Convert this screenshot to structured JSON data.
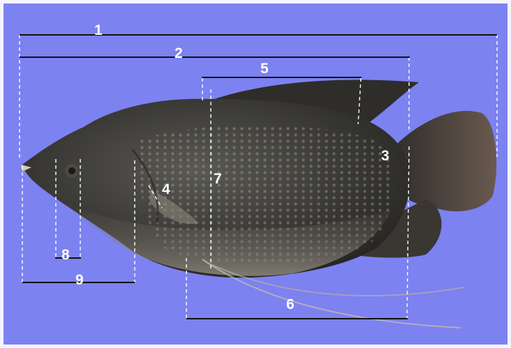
{
  "colors": {
    "background": "#7c82f0",
    "fish_body": "#3b3a36",
    "fish_belly": "#8a8577",
    "measure_line": "#111111",
    "guide_line": "#ffffff",
    "label": "#ffffff"
  },
  "labels": {
    "m1": "1",
    "m2": "2",
    "m3": "3",
    "m4": "4",
    "m5": "5",
    "m6": "6",
    "m7": "7",
    "m8": "8",
    "m9": "9"
  }
}
